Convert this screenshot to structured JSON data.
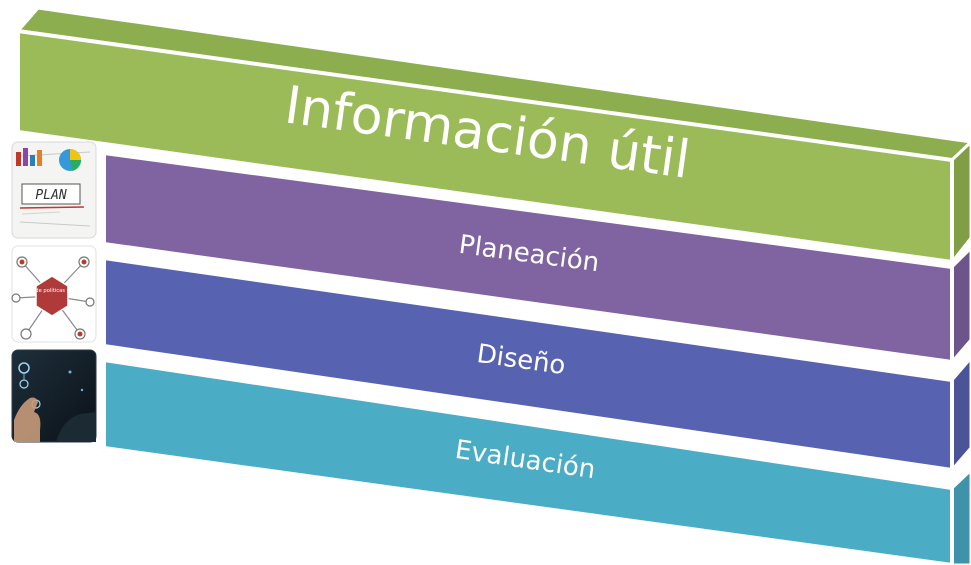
{
  "layers": {
    "top": {
      "label": "Información útil",
      "color": "#9BBB59"
    },
    "items": [
      {
        "label": "Planeación",
        "color": "#8064A2",
        "icon": "plan-sketch-icon"
      },
      {
        "label": "Diseño",
        "color": "#5763B0",
        "icon": "public-policy-network-icon"
      },
      {
        "label": "Evaluación",
        "color": "#4BACC6",
        "icon": "touch-screen-icon"
      }
    ]
  },
  "thumbnails": {
    "plan_text": "PLAN",
    "policy_text": "Diseño de políticas públicas"
  }
}
